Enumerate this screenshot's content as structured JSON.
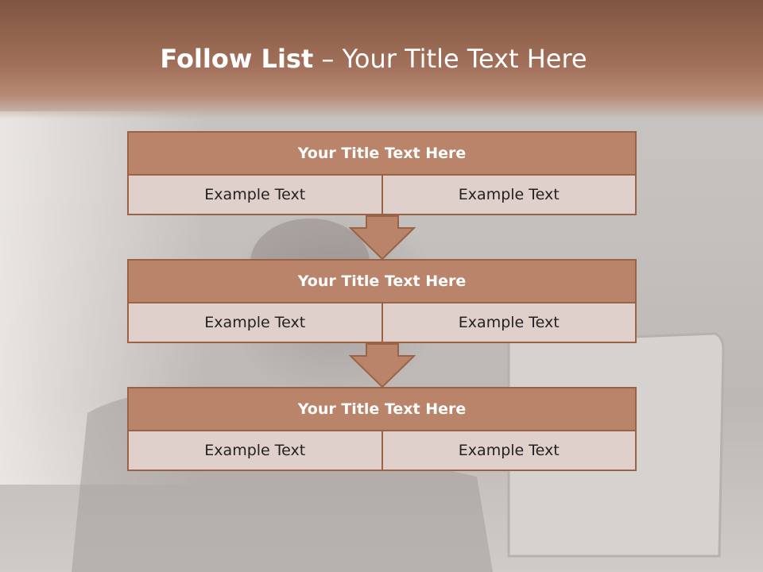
{
  "title": {
    "bold": "Follow List",
    "rest": "– Your Title Text Here"
  },
  "colors": {
    "accent": "#b98469",
    "border": "#9a6346",
    "cell_bg": "#e0d0cb",
    "header": "#8a5e49"
  },
  "blocks": [
    {
      "title": "Your Title Text Here",
      "left": "Example Text",
      "right": "Example Text"
    },
    {
      "title": "Your Title Text Here",
      "left": "Example Text",
      "right": "Example Text"
    },
    {
      "title": "Your Title Text Here",
      "left": "Example Text",
      "right": "Example Text"
    }
  ]
}
